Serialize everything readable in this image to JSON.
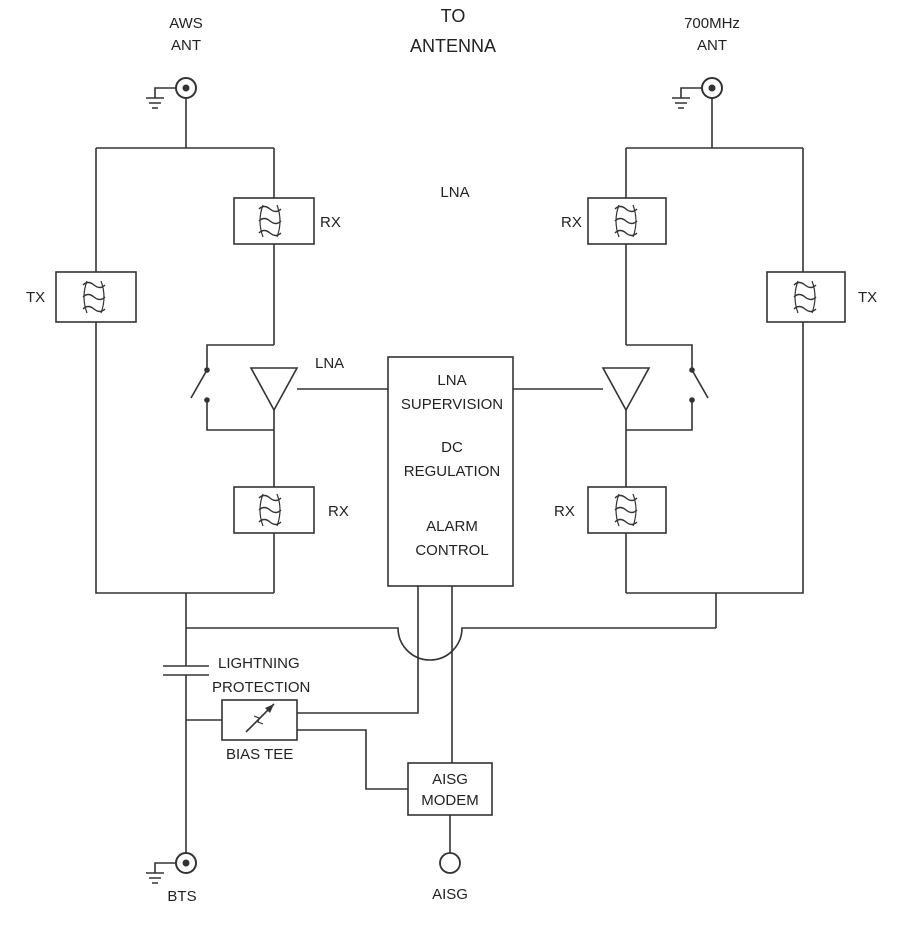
{
  "labels": {
    "to_antenna_1": "TO",
    "to_antenna_2": "ANTENNA",
    "aws_1": "AWS",
    "aws_2": "ANT",
    "mhz_1": "700MHz",
    "mhz_2": "ANT",
    "lna_top": "LNA",
    "lna_side": "LNA",
    "rx_left_top": "RX",
    "rx_left_bottom": "RX",
    "rx_right_top": "RX",
    "rx_right_bottom": "RX",
    "tx_left": "TX",
    "tx_right": "TX",
    "ctrl_1": "LNA",
    "ctrl_2": "SUPERVISION",
    "ctrl_3": "DC",
    "ctrl_4": "REGULATION",
    "ctrl_5": "ALARM",
    "ctrl_6": "CONTROL",
    "lightning_1": "LIGHTNING",
    "lightning_2": "PROTECTION",
    "bias_tee": "BIAS TEE",
    "aisg_modem_1": "AISG",
    "aisg_modem_2": "MODEM",
    "aisg_port": "AISG",
    "bts": "BTS"
  },
  "icons": {
    "antenna_connector": "coax-connector-icon",
    "ground": "ground-icon",
    "filter": "bandpass-filter-icon",
    "amplifier": "amplifier-triangle-icon",
    "switch": "bypass-switch-icon",
    "surge": "surge-arrester-icon"
  }
}
